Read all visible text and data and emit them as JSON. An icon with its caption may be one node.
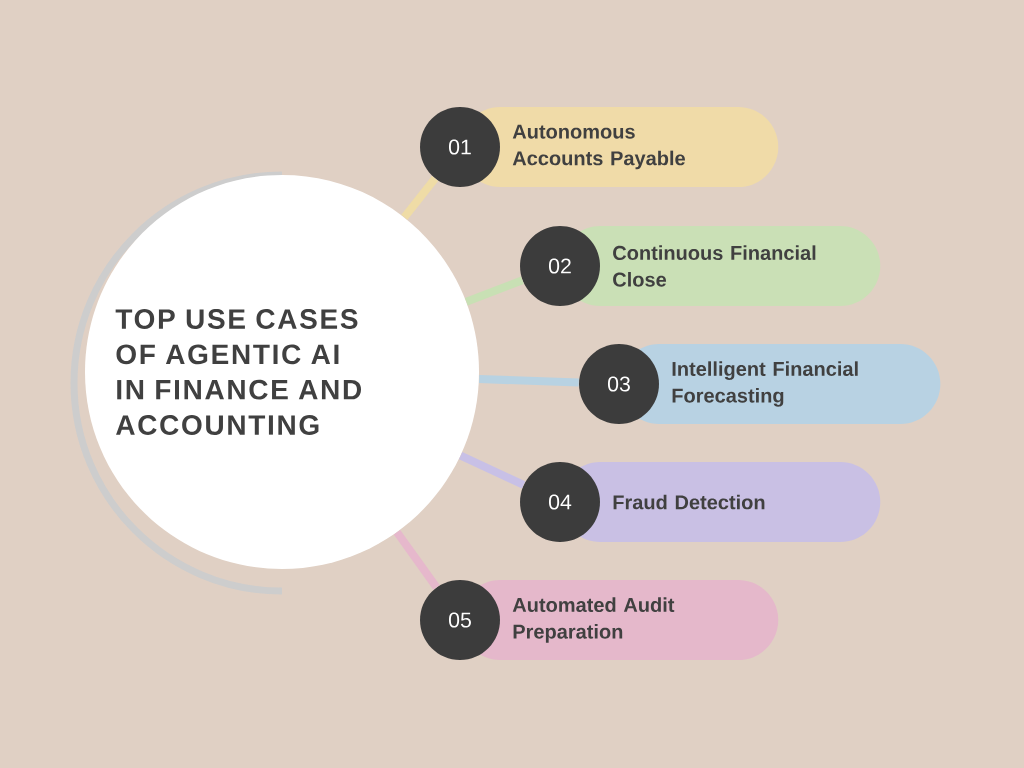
{
  "diagram": {
    "nodes": [
      {
        "text": [
          "TOP USE CASES OF AGENTIC AI IN FINANCE AND ACCOUNTING"
        ]
      },
      {
        "text": [
          "01",
          "Autonomous Accounts Payable"
        ]
      },
      {
        "text": [
          "02",
          "Continuous Financial Close"
        ]
      },
      {
        "text": [
          "03",
          "Intelligent Financial Forecasting"
        ]
      },
      {
        "text": [
          "04",
          "Fraud Detection"
        ]
      },
      {
        "text": [
          "05",
          "Automated Audit Preparation"
        ]
      }
    ],
    "edges": [
      {
        "from": 0,
        "to": 1,
        "arrow": "none",
        "color": "#efdca6"
      },
      {
        "from": 0,
        "to": 2,
        "arrow": "none",
        "color": "#c8e0b4"
      },
      {
        "from": 0,
        "to": 3,
        "arrow": "none",
        "color": "#b8d2e2"
      },
      {
        "from": 0,
        "to": 4,
        "arrow": "none",
        "color": "#c8c0e6"
      },
      {
        "from": 0,
        "to": 5,
        "arrow": "none",
        "color": "#e6b8cc"
      }
    ]
  }
}
